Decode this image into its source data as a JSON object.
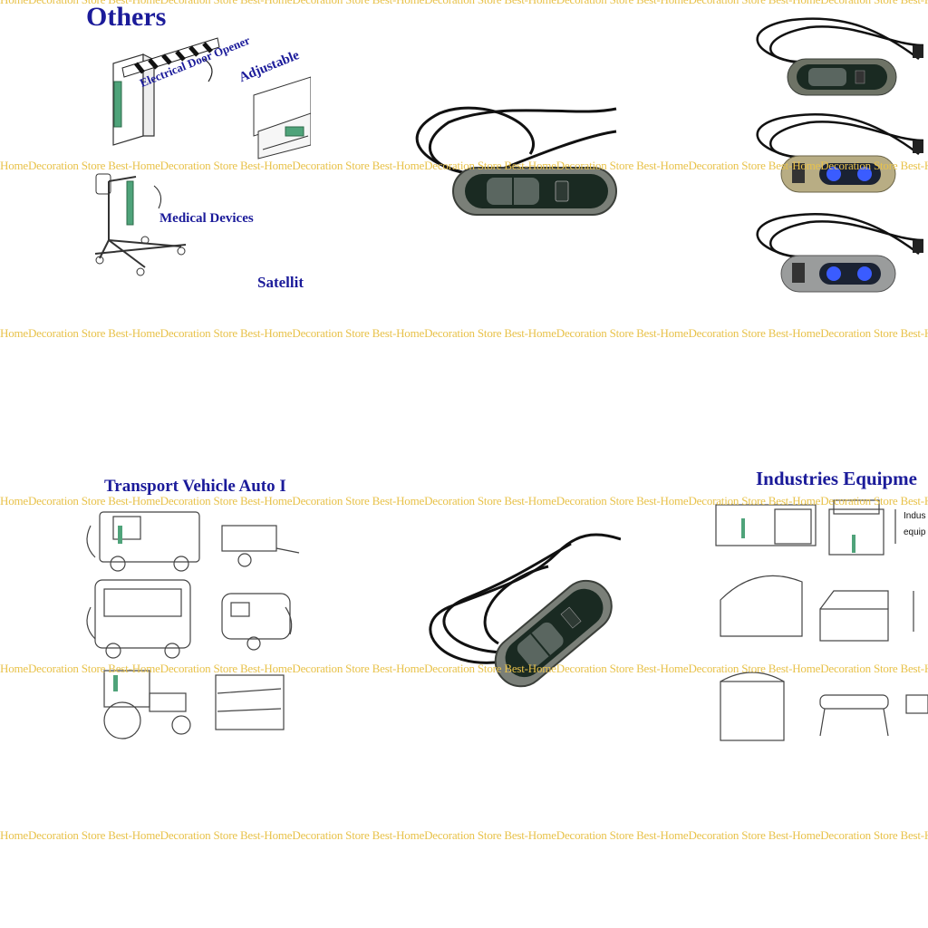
{
  "panels": {
    "others": {
      "title": "Others",
      "labels": {
        "door": "Electrical Door Opener",
        "adjustable": "Adjustable",
        "medical": "Medical Devices",
        "satellite": "Satellit"
      }
    },
    "transport": {
      "title": "Transport Vehicle Auto I"
    },
    "industries": {
      "title": "Industries Equipme",
      "note_line1": "Indus",
      "note_line2": "equip"
    }
  },
  "watermark": {
    "text": "HomeDecoration Store Best-HomeDecoration Store Best-HomeDecoration Store Best-HomeDecoration Store Best-HomeDecoration Store Best-HomeDecoration Store Best-HomeDecoration Store Best-Ho",
    "color": "#e8c24a"
  },
  "colors": {
    "title_blue": "#1b1b9a",
    "actuator_green": "#4fa37a",
    "body_dark": "#1a2a22",
    "bezel_grey": "#7a7f78",
    "gold": "#b8ad84",
    "silver": "#9a9c9c",
    "led_blue": "#3a5cff"
  }
}
